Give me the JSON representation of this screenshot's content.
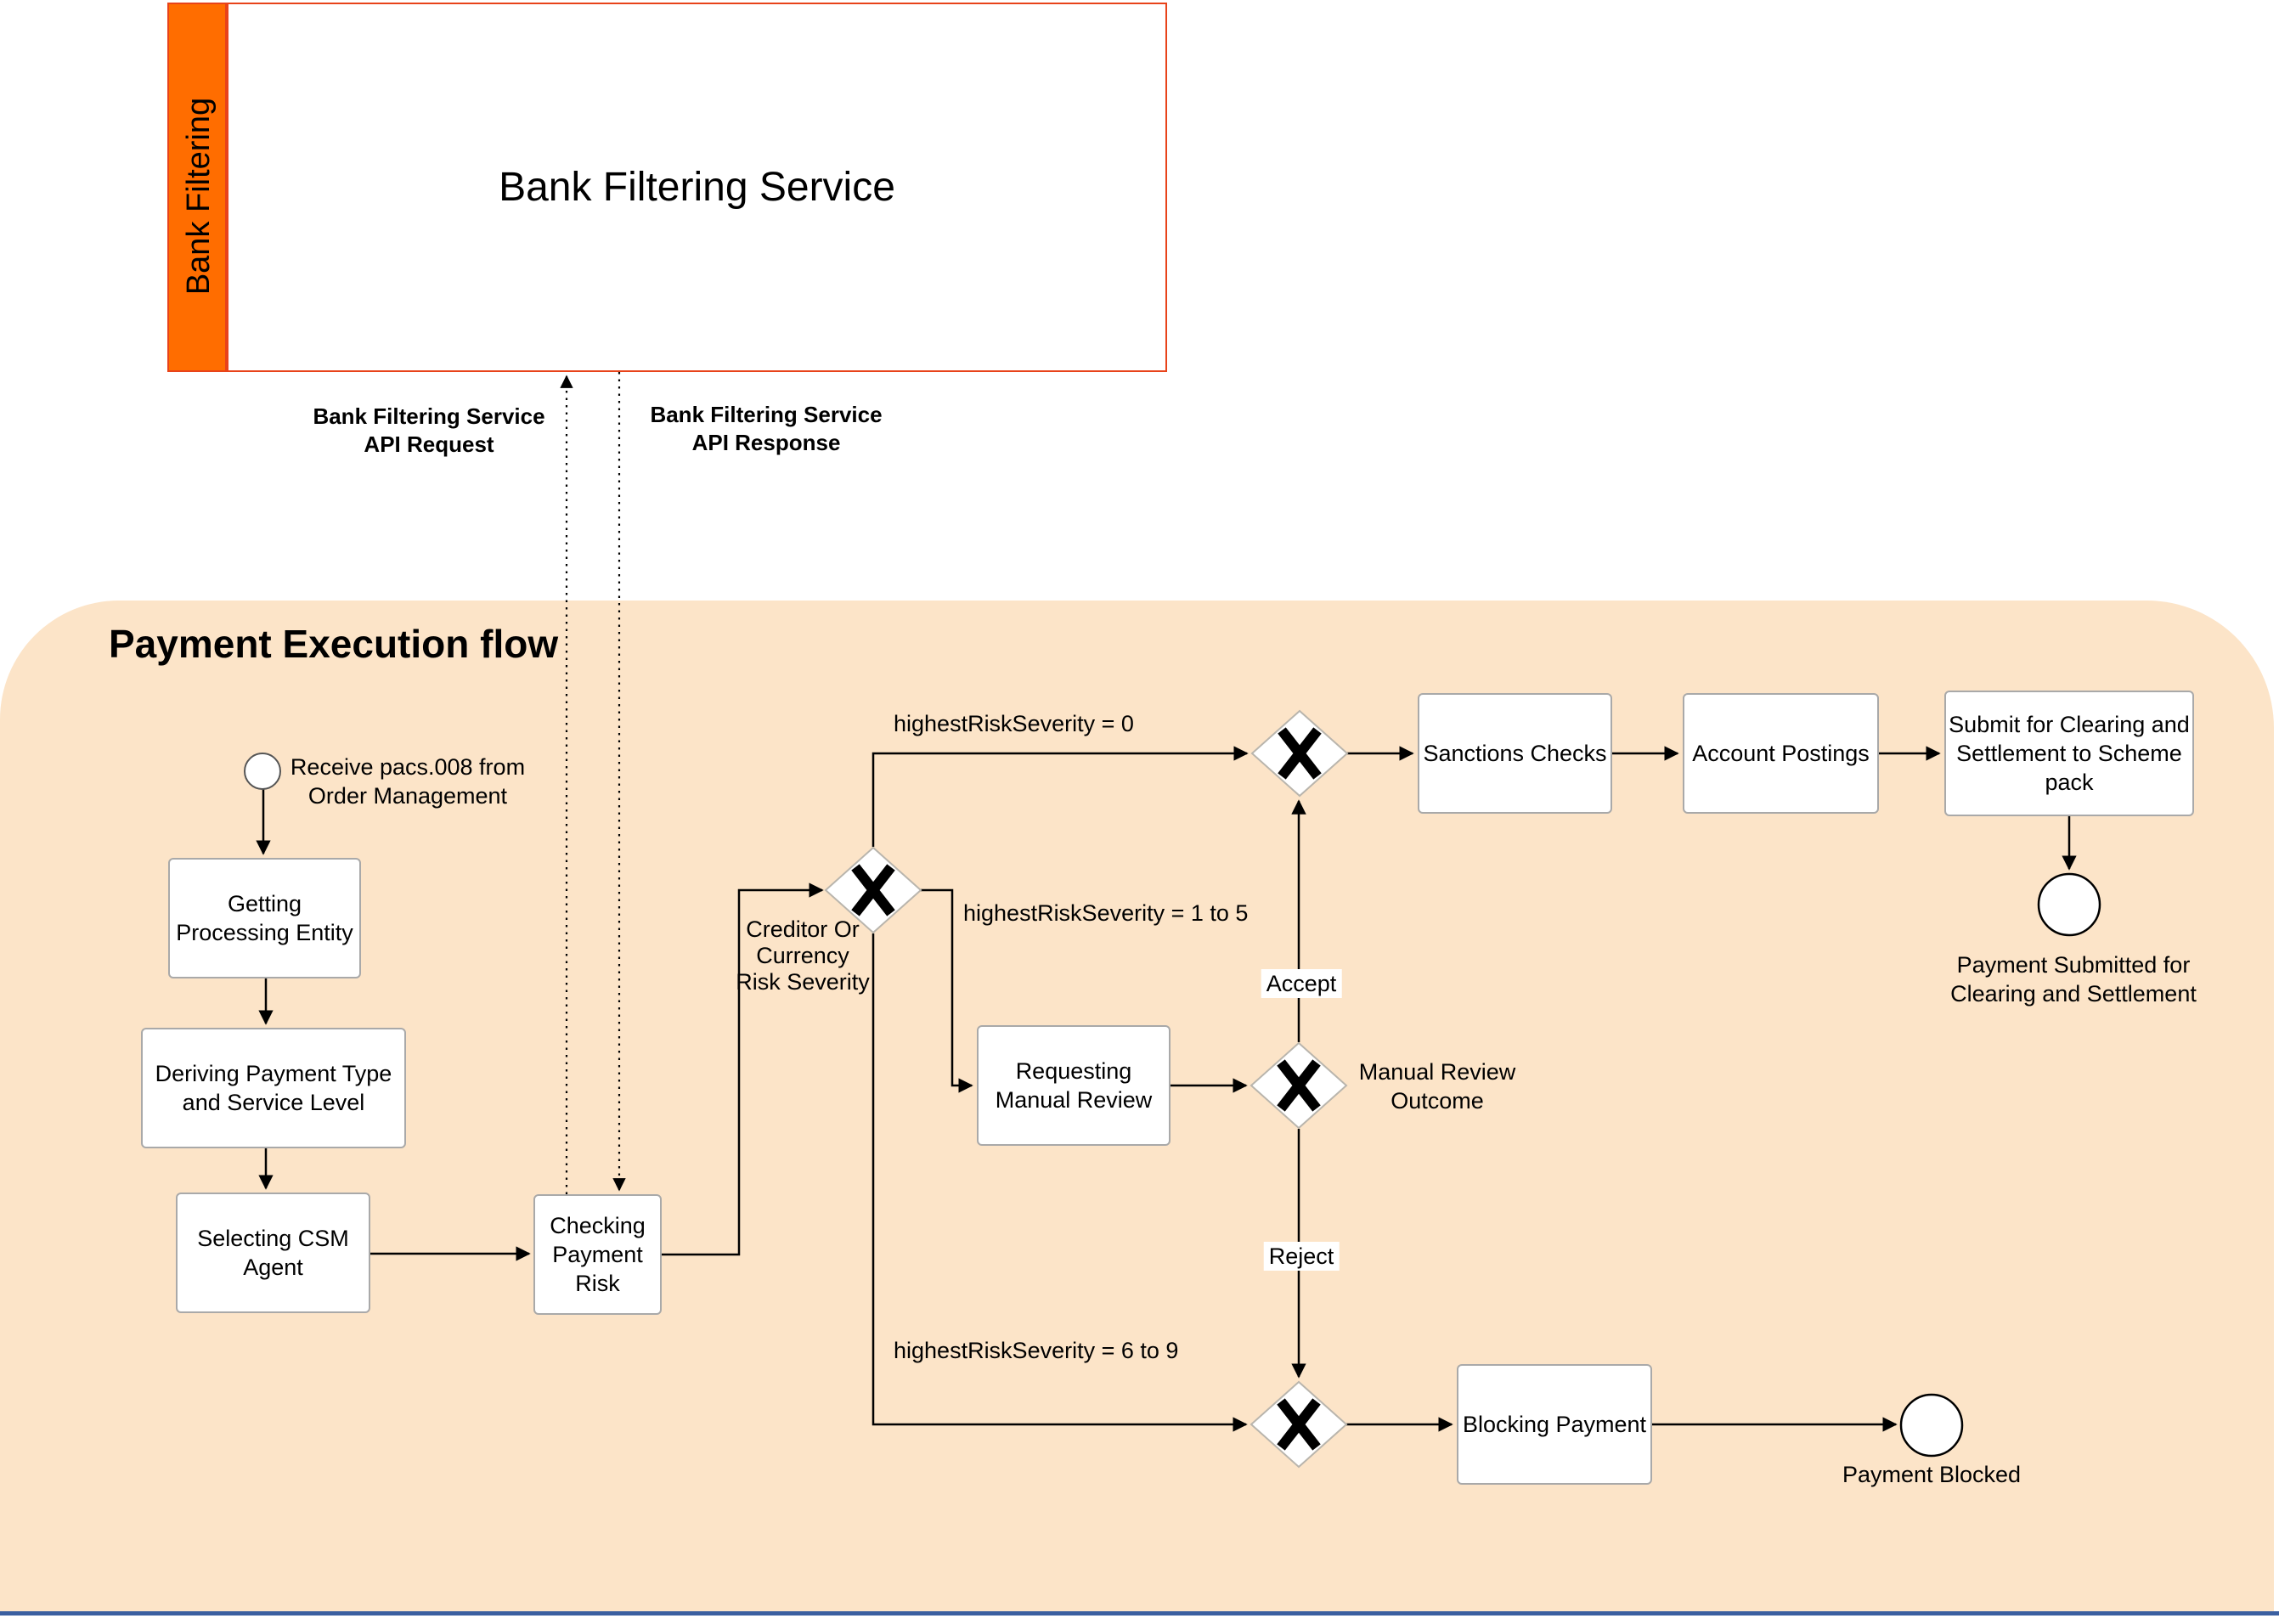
{
  "pool": {
    "band_label": "Bank Filtering",
    "title": "Bank Filtering Service"
  },
  "message_flows": {
    "request_label_line1": "Bank Filtering Service",
    "request_label_line2": "API Request",
    "response_label_line1": "Bank Filtering Service",
    "response_label_line2": "API Response"
  },
  "process": {
    "title": "Payment Execution flow",
    "start_event_label_line1": "Receive pacs.008 from",
    "start_event_label_line2": "Order Management",
    "tasks": {
      "getting_line1": "Getting",
      "getting_line2": "Processing Entity",
      "deriving_line1": "Deriving Payment Type",
      "deriving_line2": "and Service Level",
      "selecting_line1": "Selecting CSM",
      "selecting_line2": "Agent",
      "checking_line1": "Checking",
      "checking_line2": "Payment",
      "checking_line3": "Risk",
      "requesting_line1": "Requesting",
      "requesting_line2": "Manual Review",
      "sanctions": "Sanctions Checks",
      "account": "Account Postings",
      "submit_line1": "Submit for Clearing and",
      "submit_line2": "Settlement to Scheme",
      "submit_line3": "pack",
      "blocking": "Blocking Payment"
    },
    "gateway_labels": {
      "creditor_line1": "Creditor Or",
      "creditor_line2": "Currency",
      "creditor_line3": "Risk Severity",
      "manual_line1": "Manual Review",
      "manual_line2": "Outcome"
    },
    "edge_labels": {
      "sev0": "highestRiskSeverity = 0",
      "sev1to5": "highestRiskSeverity = 1 to 5",
      "sev6to9": "highestRiskSeverity = 6 to 9",
      "accept": "Accept",
      "reject": "Reject"
    },
    "end_events": {
      "submitted_line1": "Payment Submitted for",
      "submitted_line2": "Clearing and Settlement",
      "blocked": "Payment Blocked"
    }
  },
  "colors": {
    "pool_band_fill": "#FF6D00",
    "pool_border": "#E8431A",
    "container_fill": "#FCE4C8",
    "bottom_rule": "#3B5FA0",
    "connector": "#000000",
    "shape_border": "#A9A9A9"
  }
}
